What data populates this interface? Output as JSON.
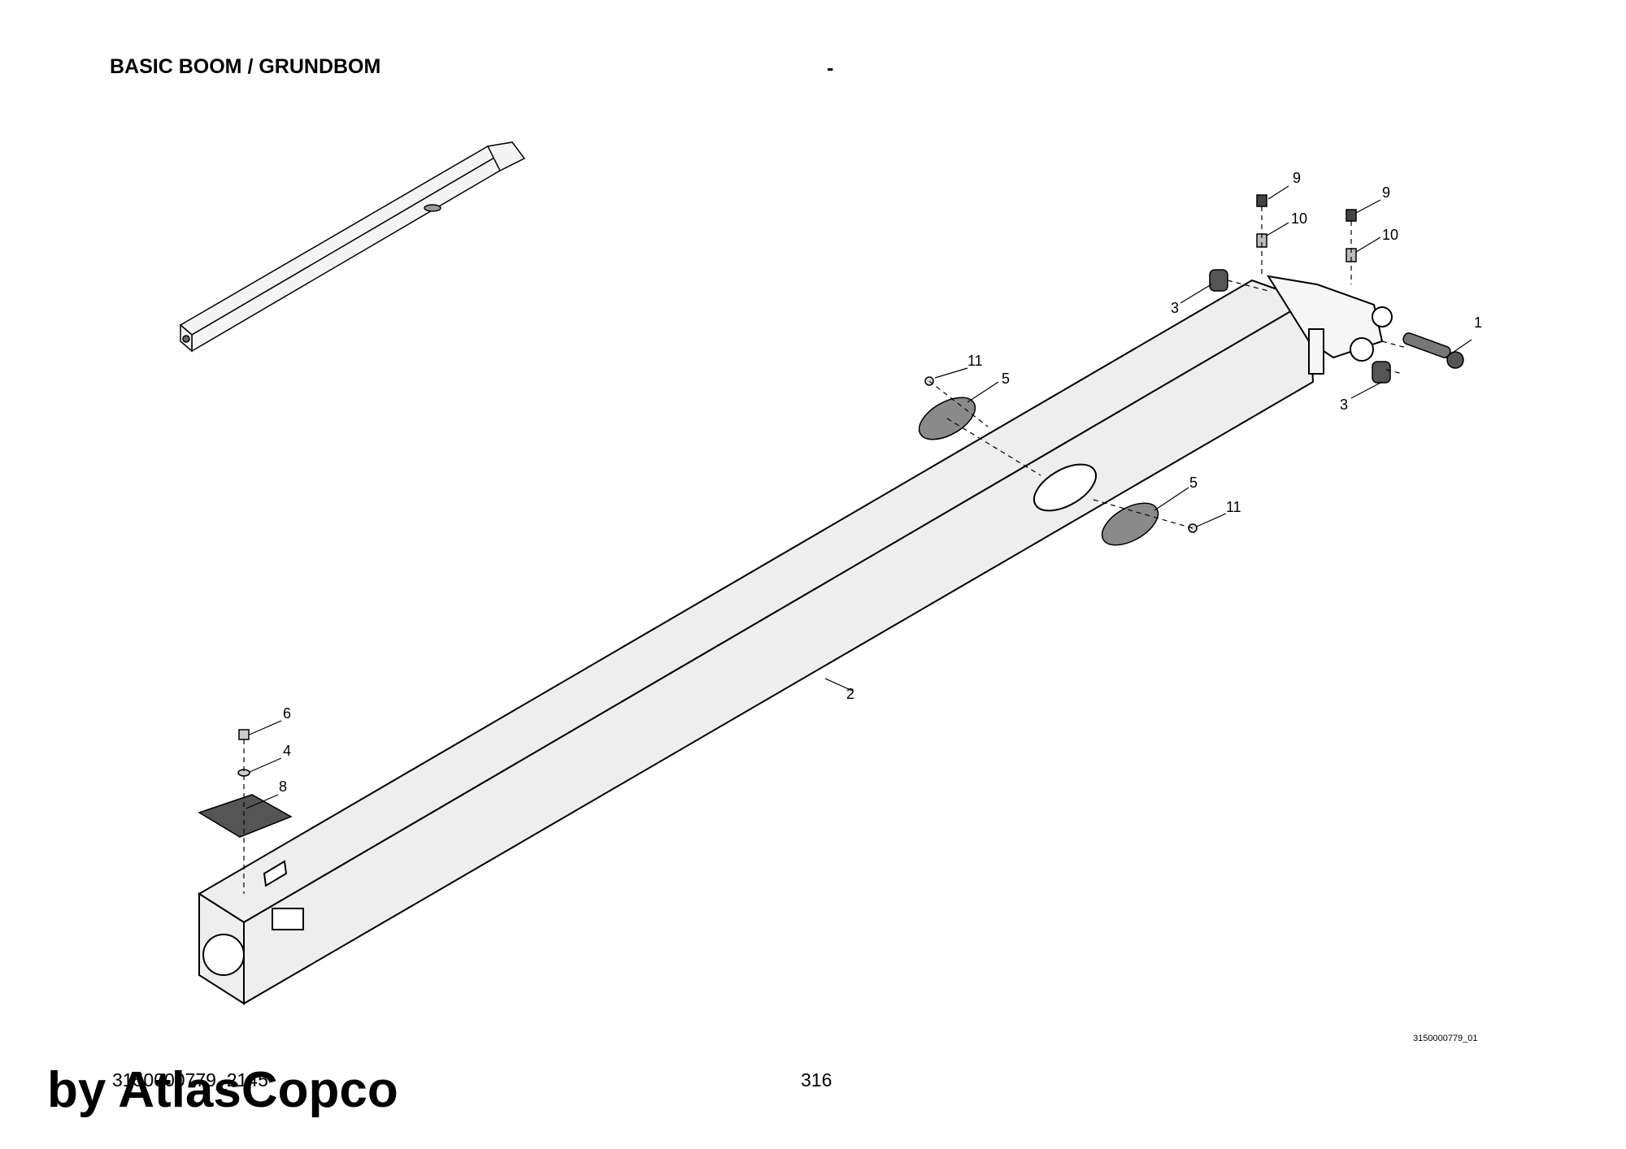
{
  "header": {
    "title": "BASIC BOOM / GRUNDBOM",
    "separator": "-"
  },
  "footer": {
    "document_number": "3150000779_2145",
    "page_number": "316",
    "drawing_number": "3150000779_01"
  },
  "watermark": "by AtlasCopco",
  "callouts": {
    "pin": "1",
    "boom": "2",
    "bushing_top": "3",
    "bushing_bottom": "3",
    "washer": "4",
    "cover_upper": "5",
    "cover_lower": "5",
    "bolt": "6",
    "plate": "8",
    "cap_left": "9",
    "cap_right": "9",
    "nipple_left": "10",
    "nipple_right": "10",
    "screw_upper": "11",
    "screw_lower": "11"
  },
  "colors": {
    "line": "#000000",
    "boom_fill": "#eeeeee",
    "part_fill": "#8a8a8a",
    "dark_fill": "#555555"
  }
}
